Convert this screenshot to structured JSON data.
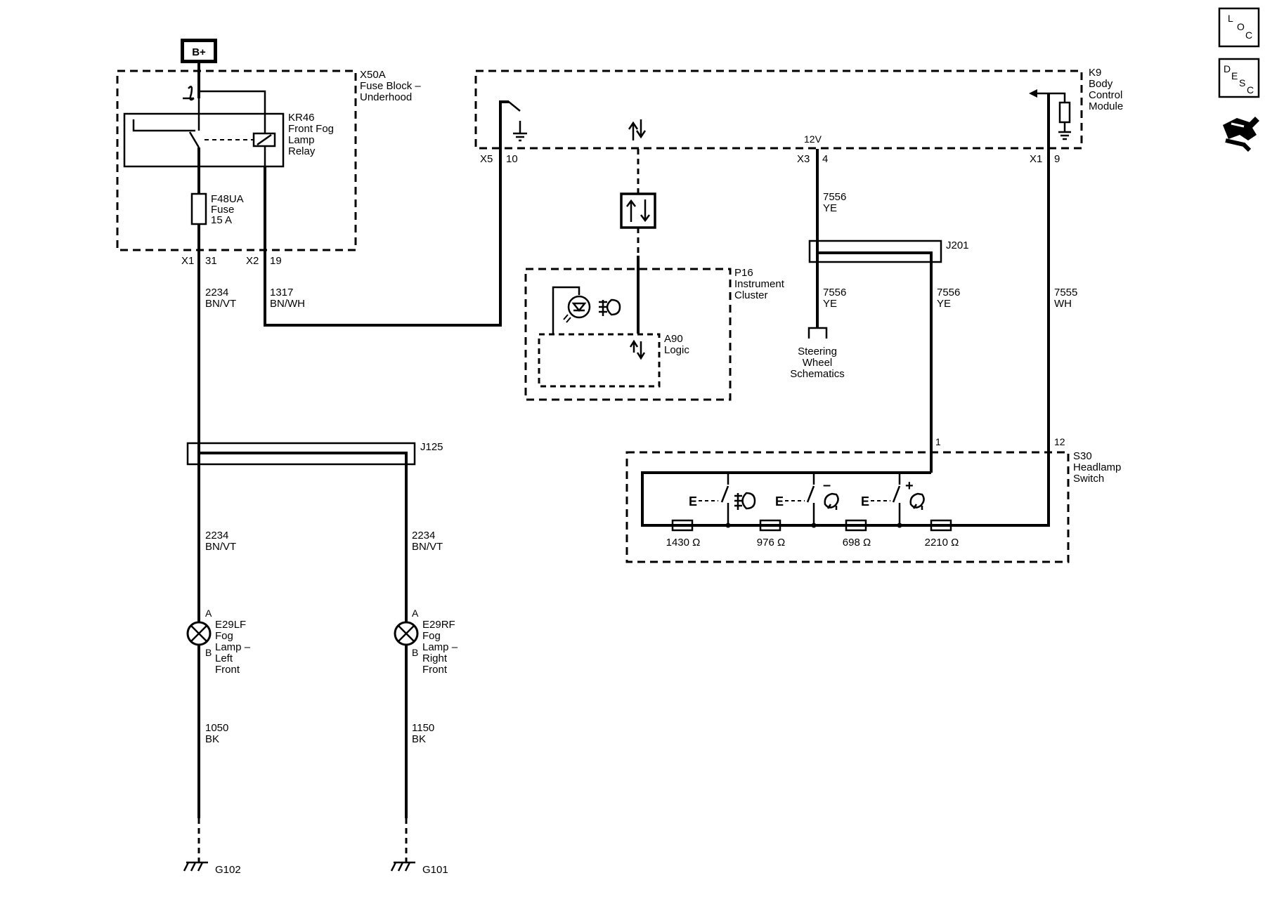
{
  "power": {
    "label": "B+"
  },
  "components": {
    "fuse_block": {
      "ref": "X50A",
      "name_line1": "Fuse Block –",
      "name_line2": "Underhood"
    },
    "relay": {
      "ref": "KR46",
      "line1": "Front Fog",
      "line2": "Lamp",
      "line3": "Relay"
    },
    "fuse": {
      "ref": "F48UA",
      "line1": "Fuse",
      "line2": "15 A"
    },
    "bcm": {
      "ref": "K9",
      "line1": "Body",
      "line2": "Control",
      "line3": "Module"
    },
    "cluster": {
      "ref": "P16",
      "line1": "Instrument",
      "line2": "Cluster"
    },
    "logic": {
      "ref": "A90",
      "line1": "Logic"
    },
    "splice_j201": {
      "ref": "J201"
    },
    "splice_j125": {
      "ref": "J125"
    },
    "steering": {
      "line1": "Steering",
      "line2": "Wheel",
      "line3": "Schematics"
    },
    "headlamp_switch": {
      "ref": "S30",
      "line1": "Headlamp",
      "line2": "Switch"
    },
    "lamp_left": {
      "ref": "E29LF",
      "line1": "Fog",
      "line2": "Lamp –",
      "line3": "Left",
      "line4": "Front",
      "pin_a": "A",
      "pin_b": "B"
    },
    "lamp_right": {
      "ref": "E29RF",
      "line1": "Fog",
      "line2": "Lamp –",
      "line3": "Right",
      "line4": "Front",
      "pin_a": "A",
      "pin_b": "B"
    },
    "ground_left": {
      "ref": "G102"
    },
    "ground_right": {
      "ref": "G101"
    }
  },
  "connectors": {
    "x1_fuse": {
      "conn": "X1",
      "pin": "31"
    },
    "x2_fuse": {
      "conn": "X2",
      "pin": "19"
    },
    "x5_bcm": {
      "conn": "X5",
      "pin": "10"
    },
    "x3_bcm": {
      "conn": "X3",
      "pin": "4"
    },
    "x1_bcm": {
      "conn": "X1",
      "pin": "9"
    },
    "switch_pin1": "1",
    "switch_pin12": "12",
    "voltage": "12V"
  },
  "wires": {
    "w2234_top": {
      "circuit": "2234",
      "color": "BN/VT"
    },
    "w1317": {
      "circuit": "1317",
      "color": "BN/WH"
    },
    "w7556_top": {
      "circuit": "7556",
      "color": "YE"
    },
    "w7556_left": {
      "circuit": "7556",
      "color": "YE"
    },
    "w7556_right": {
      "circuit": "7556",
      "color": "YE"
    },
    "w7555": {
      "circuit": "7555",
      "color": "WH"
    },
    "w2234_left": {
      "circuit": "2234",
      "color": "BN/VT"
    },
    "w2234_right": {
      "circuit": "2234",
      "color": "BN/VT"
    },
    "w1050": {
      "circuit": "1050",
      "color": "BK"
    },
    "w1150": {
      "circuit": "1150",
      "color": "BK"
    }
  },
  "resistors": [
    "1430 Ω",
    "976 Ω",
    "698 Ω",
    "2210 Ω"
  ],
  "switch_markers": {
    "minus": "–",
    "plus": "+"
  },
  "side_buttons": {
    "loc": {
      "l": "L",
      "o": "O",
      "c": "C"
    },
    "desc": {
      "d": "D",
      "e": "E",
      "s": "S",
      "c": "C"
    },
    "icon": "connector-repair-icon"
  }
}
